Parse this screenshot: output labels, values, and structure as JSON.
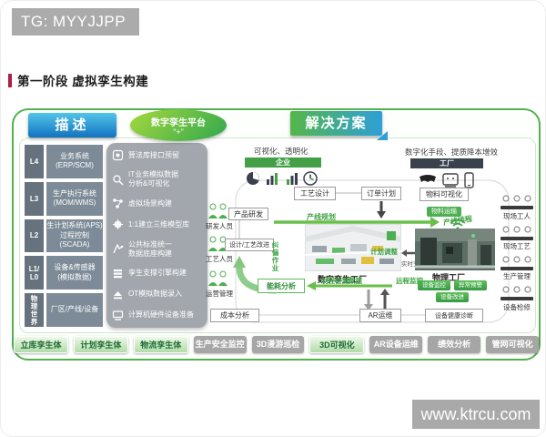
{
  "badges": {
    "tg": "TG: MYYJJPP",
    "watermark": "www.ktrcu.com"
  },
  "title": {
    "text": "第一阶段 虚拟孪生构建"
  },
  "header": {
    "describe": "描述",
    "platform_line1": "数字孪生平台",
    "platform_line2": "“+”",
    "solution": "解决方案"
  },
  "sidebar": {
    "rows": [
      {
        "level": "L4",
        "label": "业务系统\n(ERP/SCM)"
      },
      {
        "level": "L3",
        "label": "生产执行系统\n(MOM/WMS)"
      },
      {
        "level": "L2",
        "label": "生计划系统(APS)\n过程控制(SCADA)"
      },
      {
        "level": "L1/\nL0",
        "label": "设备&传感器\n(模拟数据)"
      },
      {
        "level": "物理世界",
        "label": "厂区/产线/设备"
      }
    ]
  },
  "build_steps": {
    "items": [
      {
        "icon": "algorithm-icon",
        "label": "算法库接口预留"
      },
      {
        "icon": "magnifier-icon",
        "label": "IT业务模拟数据\n分析&可视化"
      },
      {
        "icon": "scene-icon",
        "label": "虚拟场景构建"
      },
      {
        "icon": "model-icon",
        "label": "1:1建立三维模型库"
      },
      {
        "icon": "standard-icon",
        "label": "公共标准统一\n数据底座构建"
      },
      {
        "icon": "engine-icon",
        "label": "孪生支撑引擎构建"
      },
      {
        "icon": "import-icon",
        "label": "OT模拟数据录入"
      },
      {
        "icon": "hardware-icon",
        "label": "计算机硬件设备准备"
      }
    ]
  },
  "diagram": {
    "enterprise_caption": "可视化、透明化",
    "enterprise_bar": "企业",
    "factory_caption": "数字化手段、提质降本增效",
    "factory_bar": "工厂",
    "boxes": {
      "process_design": "工艺设计",
      "order_plan": "订单计划",
      "material_visual": "物料可视化",
      "product_rd": "产品研发",
      "design_improve": "设计/工艺改进",
      "energy_analysis": "能耗分析",
      "cost_analysis": "成本分析",
      "ar_om": "AR运维",
      "device_health": "设备健康诊断"
    },
    "labels": {
      "line_planning": "产线规划",
      "line_scheduling": "产线排程",
      "correction": "纠偏作业",
      "inspection_data": "制程检测数据",
      "remote_monitor": "远程监控",
      "plan_adjust": "计划调整",
      "realtime_interact": "实时交互",
      "material_transport": "物料运输"
    },
    "captions": {
      "digital_twin_factory": "数字孪生工厂",
      "physical_factory": "物理工厂"
    },
    "photo_buttons": [
      "设备监控",
      "异常预警",
      "设备改进"
    ],
    "left_people": [
      "研发人员",
      "工艺人员",
      "运营管理"
    ],
    "right_people": [
      "现场工人",
      "现场工艺",
      "生产管理",
      "设备检修"
    ]
  },
  "bottom_buttons": [
    {
      "label": "立库孪生体",
      "style": "green"
    },
    {
      "label": "计划孪生体",
      "style": "green"
    },
    {
      "label": "物流孪生体",
      "style": "green"
    },
    {
      "label": "生产安全监控",
      "style": "gray"
    },
    {
      "label": "3D漫游巡检",
      "style": "gray"
    },
    {
      "label": "3D可视化",
      "style": "green"
    },
    {
      "label": "AR设备运维",
      "style": "gray"
    },
    {
      "label": "绩效分析",
      "style": "gray"
    },
    {
      "label": "管网可视化",
      "style": "gray"
    }
  ],
  "colors": {
    "accent_green": "#55b04f",
    "button_blue": "#1272c0",
    "bar_dark": "#39414d",
    "label_green": "#4caf50",
    "badge_gray": "#ababab",
    "title_red": "#ae1e44"
  }
}
